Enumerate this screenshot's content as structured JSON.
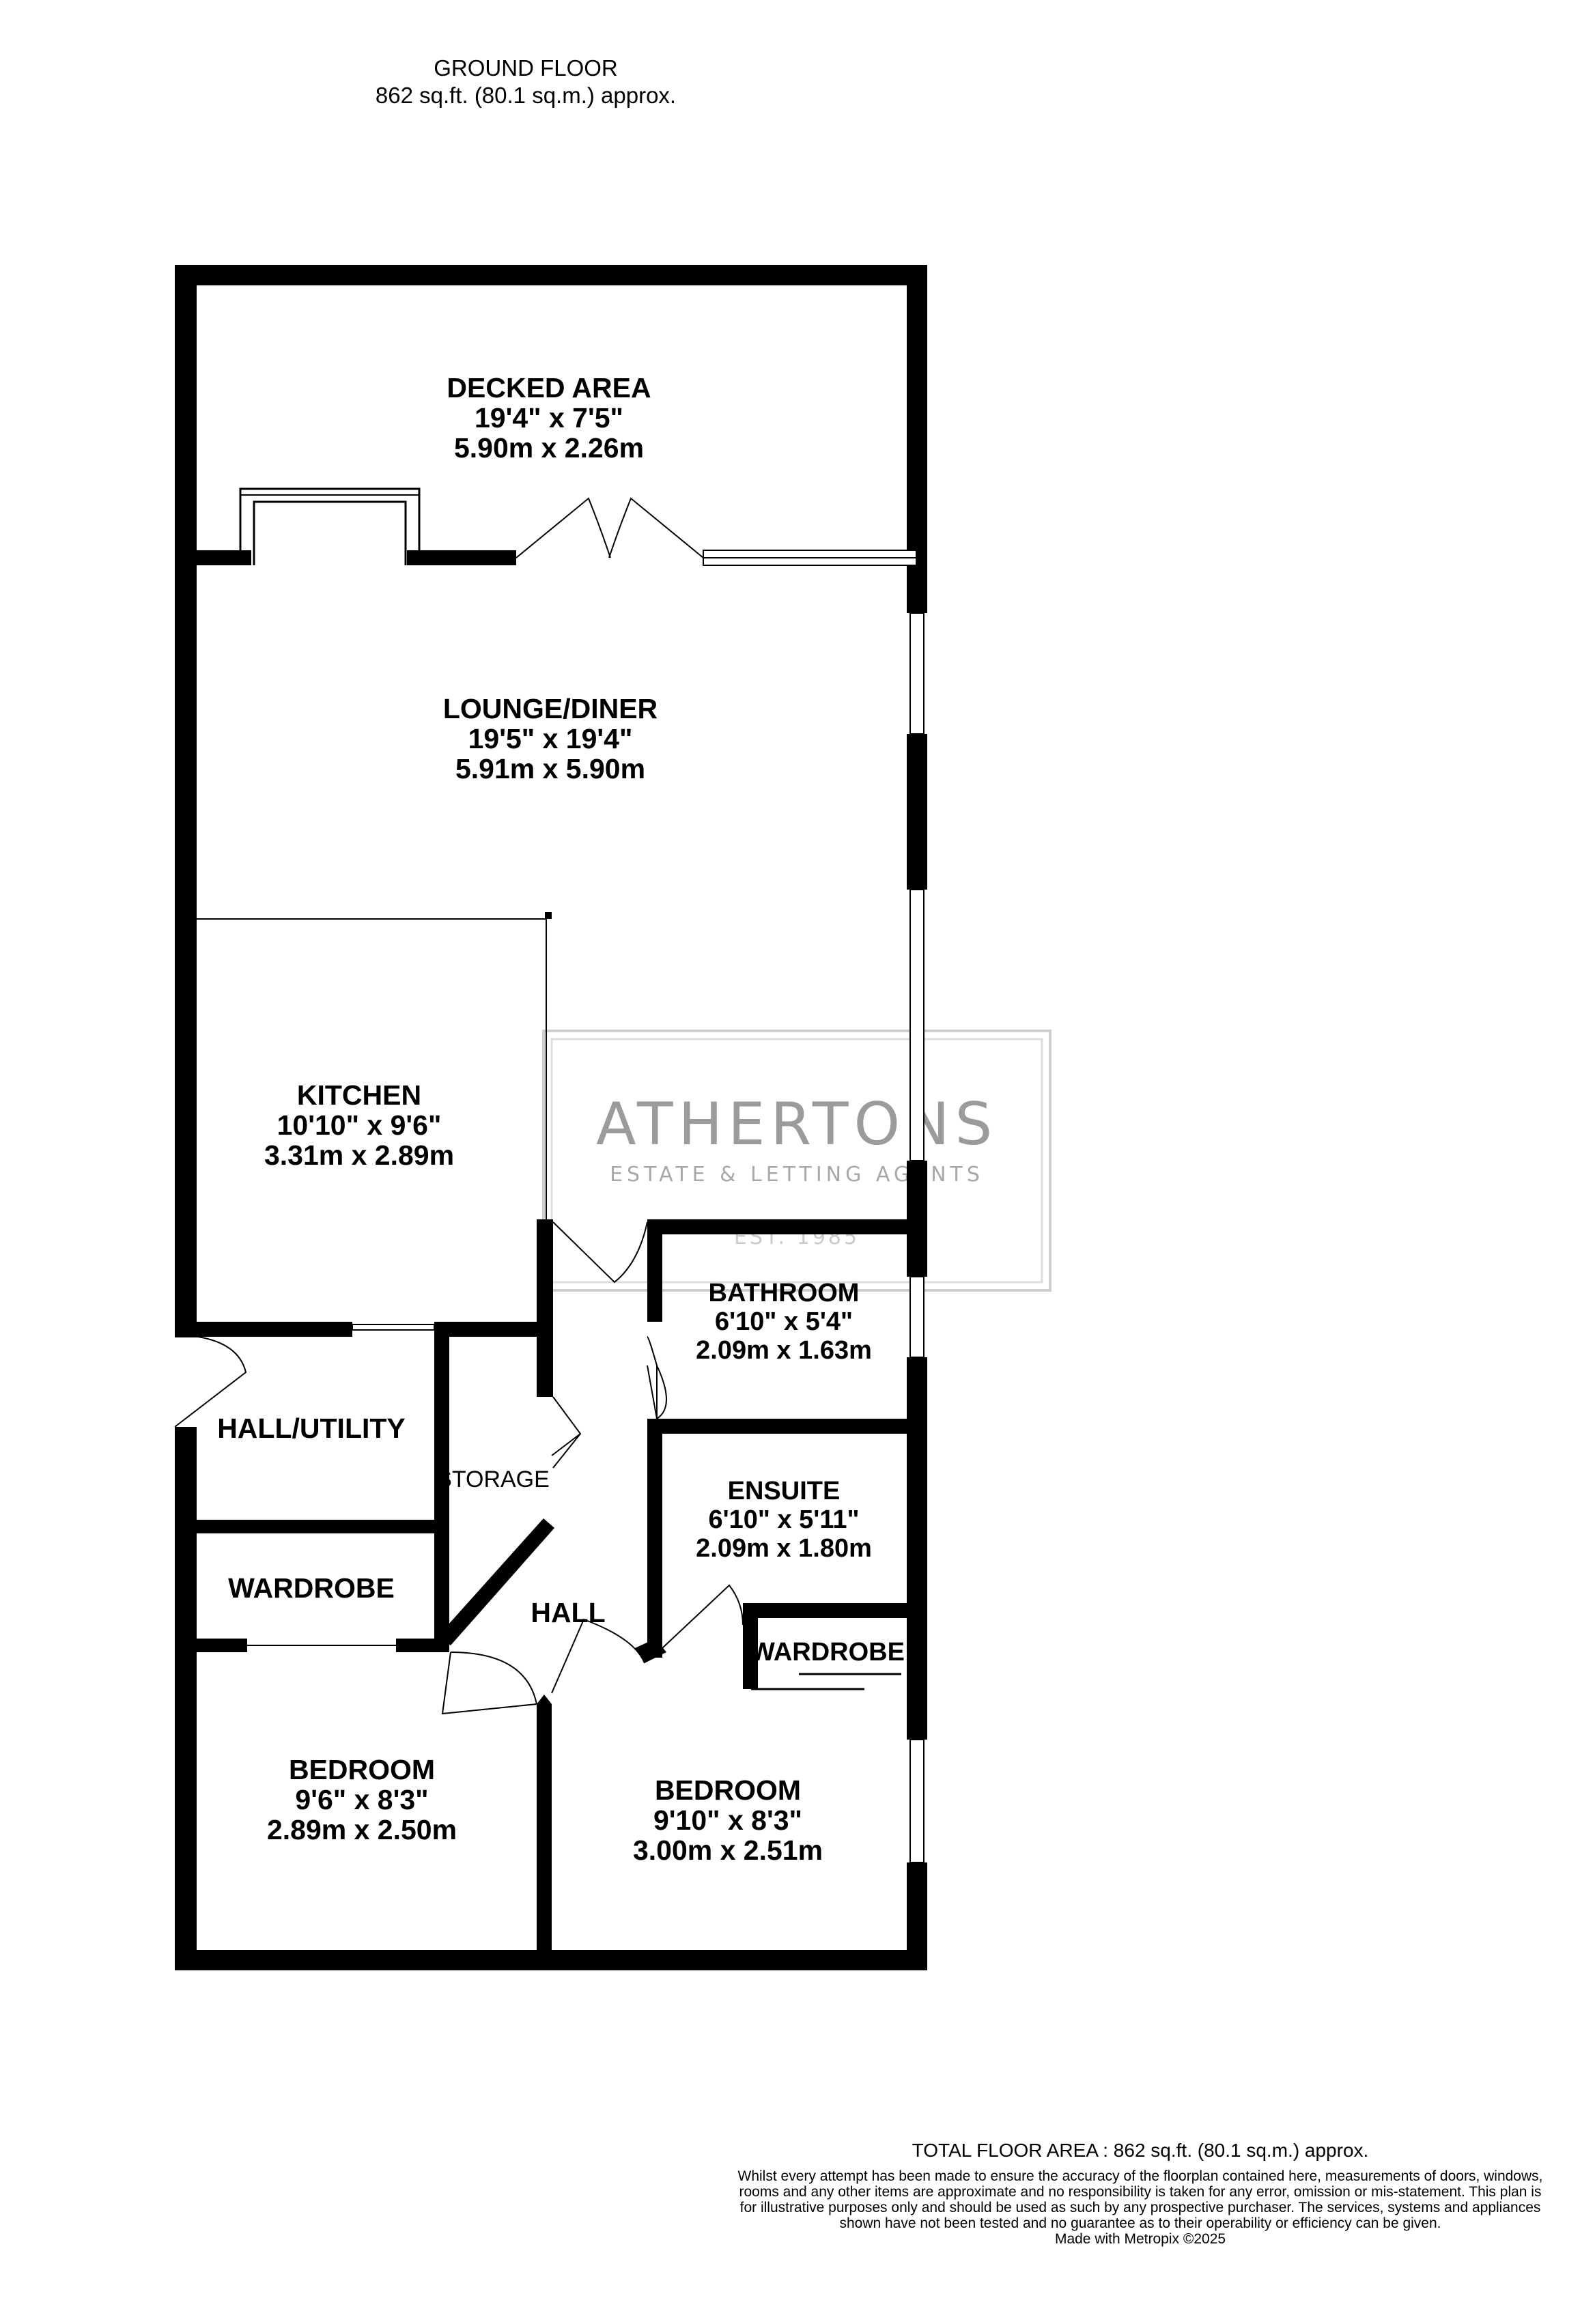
{
  "header": {
    "floor": "GROUND FLOOR",
    "area": "862 sq.ft. (80.1 sq.m.) approx."
  },
  "rooms": {
    "decked_area": {
      "name": "DECKED AREA",
      "imperial": "19'4\"  x 7'5\"",
      "metric": "5.90m  x 2.26m"
    },
    "lounge_diner": {
      "name": "LOUNGE/DINER",
      "imperial": "19'5\"  x 19'4\"",
      "metric": "5.91m  x 5.90m"
    },
    "kitchen": {
      "name": "KITCHEN",
      "imperial": "10'10\"  x 9'6\"",
      "metric": "3.31m  x 2.89m"
    },
    "bathroom": {
      "name": "BATHROOM",
      "imperial": "6'10\"  x 5'4\"",
      "metric": "2.09m  x 1.63m"
    },
    "hall_utility": {
      "name": "HALL/UTILITY"
    },
    "storage": {
      "name": "STORAGE"
    },
    "ensuite": {
      "name": "ENSUITE",
      "imperial": "6'10\"  x 5'11\"",
      "metric": "2.09m  x 1.80m"
    },
    "wardrobe_left": {
      "name": "WARDROBE"
    },
    "hall": {
      "name": "HALL"
    },
    "wardrobe_right": {
      "name": "WARDROBE"
    },
    "bedroom_left": {
      "name": "BEDROOM",
      "imperial": "9'6\"  x 8'3\"",
      "metric": "2.89m  x 2.50m"
    },
    "bedroom_right": {
      "name": "BEDROOM",
      "imperial": "9'10\"  x 8'3\"",
      "metric": "3.00m  x 2.51m"
    }
  },
  "watermark": {
    "name": "ATHERTONS",
    "subtitle": "ESTATE & LETTING AGENTS",
    "established": "EST. 1985"
  },
  "footer": {
    "total": "TOTAL FLOOR AREA : 862 sq.ft. (80.1 sq.m.) approx.",
    "disclaimer": "Whilst every attempt has been made to ensure the accuracy of the floorplan contained here, measurements of doors, windows, rooms and any other items are approximate and no responsibility is taken for any error, omission or mis-statement. This plan is for illustrative purposes only and should be used as such by any prospective purchaser. The services, systems and appliances shown have not been tested and no guarantee as to their operability or efficiency can be given.",
    "made_with": "Made with Metropix ©2025"
  },
  "colors": {
    "wall": "#000000",
    "watermark": "#9b9b9b",
    "background": "#ffffff"
  }
}
